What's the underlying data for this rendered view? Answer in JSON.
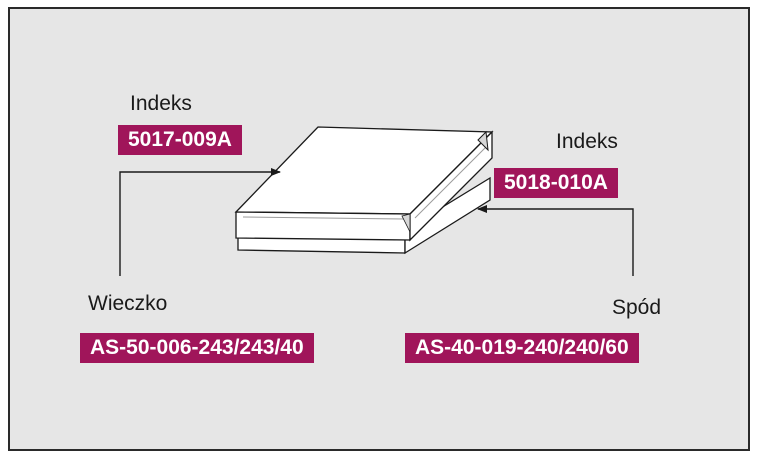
{
  "colors": {
    "accent": "#a0155a",
    "background": "#e6e6e6",
    "border": "#2a2a2a"
  },
  "lid": {
    "index_label": "Indeks",
    "index_code": "5017-009A",
    "name": "Wieczko",
    "code": "AS-50-006-243/243/40"
  },
  "base": {
    "index_label": "Indeks",
    "index_code": "5018-010A",
    "name": "Spód",
    "code": "AS-40-019-240/240/60"
  }
}
